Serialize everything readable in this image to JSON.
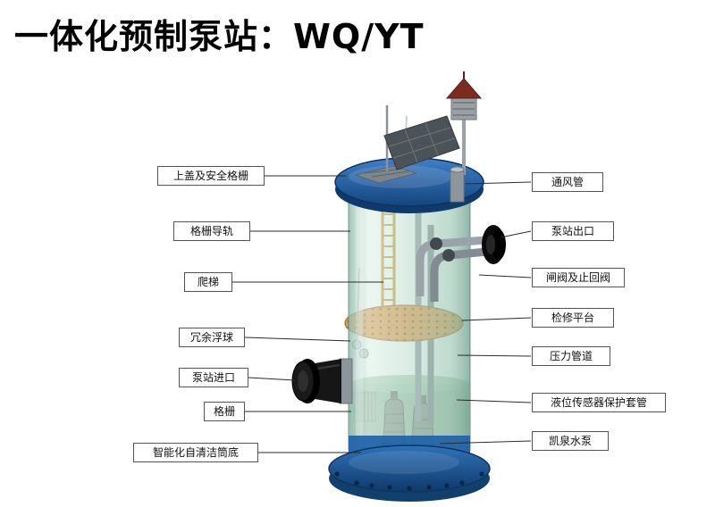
{
  "title": "一体化预制泵站：WQ/YT",
  "labels": {
    "left": [
      {
        "text": "上盖及安全格栅"
      },
      {
        "text": "格栅导轨"
      },
      {
        "text": "爬梯"
      },
      {
        "text": "冗余浮球"
      },
      {
        "text": "泵站进口"
      },
      {
        "text": "格栅"
      },
      {
        "text": "智能化自清洁筒底"
      }
    ],
    "right": [
      {
        "text": "通风管"
      },
      {
        "text": "泵站出口"
      },
      {
        "text": "闸阀及止回阀"
      },
      {
        "text": "检修平台"
      },
      {
        "text": "压力管道"
      },
      {
        "text": "液位传感器保护套管"
      },
      {
        "text": "凯泉水泵"
      }
    ]
  },
  "colors": {
    "lid_blue": "#2a6cb5",
    "base_blue": "#1c5fa8",
    "tank_glass": "#bfe0d4",
    "platform_tan": "#d99c52",
    "roof_red": "#7d2b1f",
    "label_border": "#555555",
    "leader_line": "#2b2b2b"
  }
}
